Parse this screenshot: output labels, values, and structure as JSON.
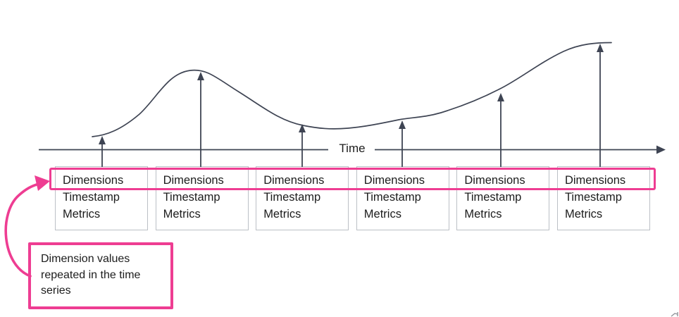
{
  "axis": {
    "label": "Time"
  },
  "cards": [
    {
      "dimensions": "Dimensions",
      "timestamp": "Timestamp",
      "metrics": "Metrics"
    },
    {
      "dimensions": "Dimensions",
      "timestamp": "Timestamp",
      "metrics": "Metrics"
    },
    {
      "dimensions": "Dimensions",
      "timestamp": "Timestamp",
      "metrics": "Metrics"
    },
    {
      "dimensions": "Dimensions",
      "timestamp": "Timestamp",
      "metrics": "Metrics"
    },
    {
      "dimensions": "Dimensions",
      "timestamp": "Timestamp",
      "metrics": "Metrics"
    },
    {
      "dimensions": "Dimensions",
      "timestamp": "Timestamp",
      "metrics": "Metrics"
    }
  ],
  "callout": {
    "label": "Dimension values repeated in the time series"
  },
  "colors": {
    "highlight_pink": "#ee3d92",
    "line_ink": "#3e4453",
    "card_border": "#bcc0c6",
    "text": "#1c1c1c"
  },
  "icons": {
    "axis_arrowhead": "right-arrowhead",
    "data_point_arrowhead": "up-arrowhead",
    "callout_arrow": "curved-arrow"
  }
}
